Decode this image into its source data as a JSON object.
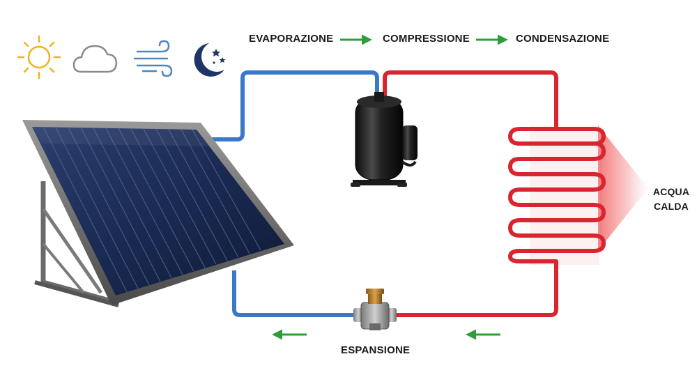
{
  "steps": {
    "evaporation": "EVAPORAZIONE",
    "compression": "COMPRESSIONE",
    "condensation": "CONDENSAZIONE"
  },
  "expansion_label": "ESPANSIONE",
  "output": {
    "line1": "ACQUA",
    "line2": "CALDA"
  },
  "weather_icons": [
    "sun-icon",
    "cloud-icon",
    "wind-icon",
    "moon-stars-icon"
  ],
  "colors": {
    "cold_pipe": "#3a78c8",
    "hot_pipe": "#d9252f",
    "flow_arrow": "#2e9e3b",
    "sun": "#f2b21b",
    "cloud": "#8a8a8a",
    "wind": "#4f86c0",
    "moon": "#1f3565",
    "heat_glow": "#f26a6a"
  }
}
